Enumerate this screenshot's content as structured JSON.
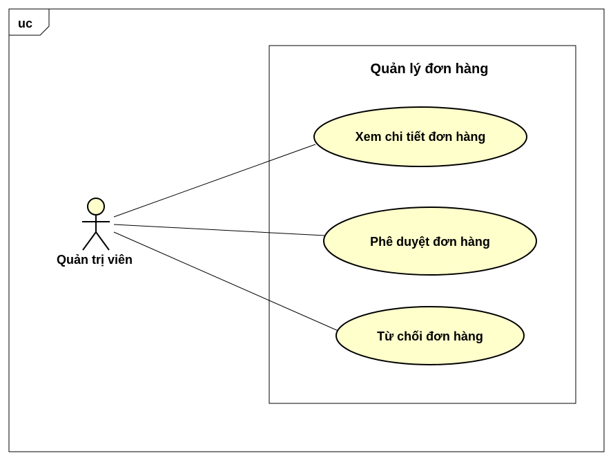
{
  "frame": {
    "tag": "uc"
  },
  "system": {
    "title": "Quản lý đơn hàng"
  },
  "actor": {
    "name": "Quản trị viên"
  },
  "use_cases": [
    {
      "label": "Xem chi tiết đơn hàng"
    },
    {
      "label": "Phê duyệt đơn hàng"
    },
    {
      "label": "Từ chối đơn hàng"
    }
  ],
  "colors": {
    "use_case_fill": "#FFFFCC",
    "actor_head_fill": "#FFFFCC",
    "stroke": "#000000",
    "background": "#FFFFFF"
  }
}
